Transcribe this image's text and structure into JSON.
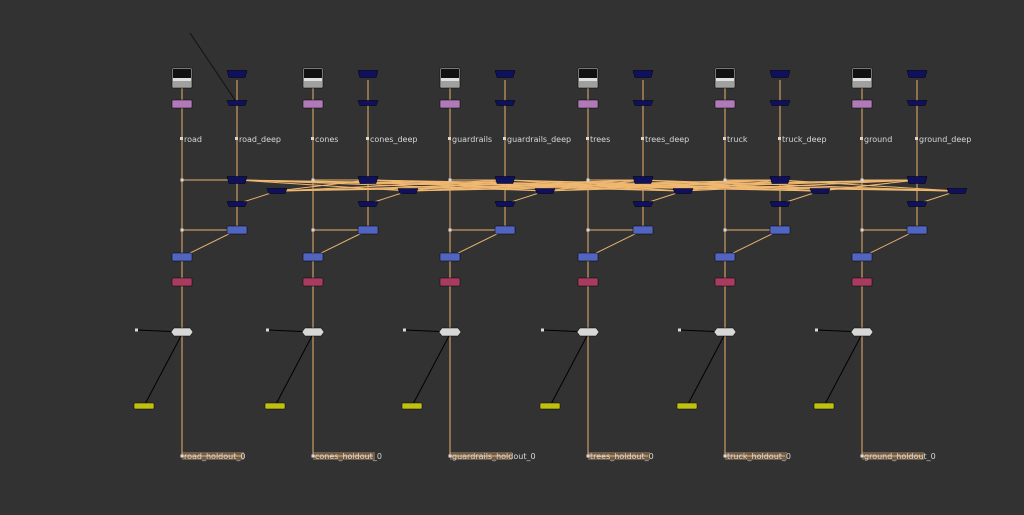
{
  "canvas": {
    "background": "#323232"
  },
  "colors": {
    "wire": "#e8b070",
    "wire_cross": "#f0b870",
    "pipe_black": "#000000",
    "read_frame": "#a0a0a0",
    "grade_node": "#b07ab8",
    "deep_node": "#101060",
    "merge_node": "#5064c0",
    "holdout_node": "#a83c60",
    "dot_node": "#d8d8d8",
    "constant_node": "#c0c010",
    "label_text": "#d8d8d8"
  },
  "groups": [
    {
      "layer": "road",
      "layer_label": "road",
      "deep_label": "road_deep",
      "output_label": "road_holdout_0",
      "thumb": "road"
    },
    {
      "layer": "cones",
      "layer_label": "cones",
      "deep_label": "cones_deep",
      "output_label": "cones_holdout_0",
      "thumb": "cones"
    },
    {
      "layer": "guardrails",
      "layer_label": "guardrails",
      "deep_label": "guardrails_deep",
      "output_label": "guardrails_holdout_0",
      "thumb": "guardrails"
    },
    {
      "layer": "trees",
      "layer_label": "trees",
      "deep_label": "trees_deep",
      "output_label": "trees_holdout_0",
      "thumb": "trees"
    },
    {
      "layer": "truck",
      "layer_label": "truck",
      "deep_label": "truck_deep",
      "output_label": "truck_holdout_0",
      "thumb": "truck"
    },
    {
      "layer": "ground",
      "layer_label": "ground",
      "deep_label": "ground_deep",
      "output_label": "ground_holdout_0",
      "thumb": "ground"
    }
  ]
}
